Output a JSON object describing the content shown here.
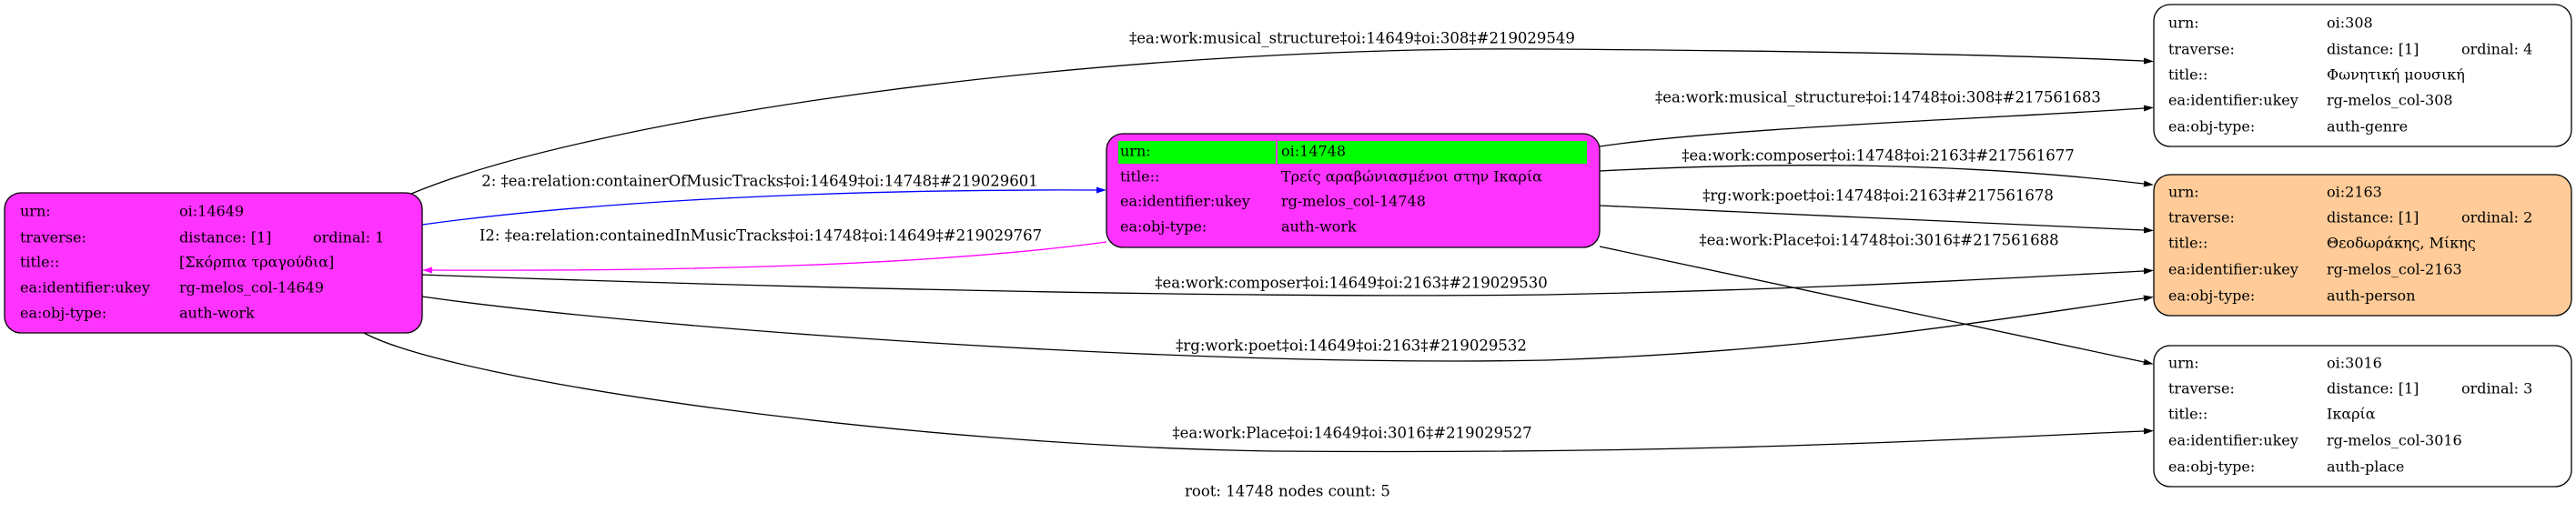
{
  "colors": {
    "work_node": "#ff33ff",
    "person_node": "#ffcc99",
    "plain_node": "#ffffff",
    "root_highlight": "#00ff00",
    "container_edge": "#0000ff",
    "contained_edge": "#ff00ff",
    "default_edge": "#000000"
  },
  "nodes": {
    "n14649": {
      "urn_label": "urn:",
      "urn": "oi:14649",
      "traverse_label": "traverse:",
      "distance": "distance: [1]",
      "ordinal": "ordinal: 1",
      "title_label": "title::",
      "title": "[Σκόρπια τραγούδια]",
      "ukey_label": "ea:identifier:ukey",
      "ukey": "rg-melos_col-14649",
      "type_label": "ea:obj-type:",
      "type": "auth-work"
    },
    "n14748": {
      "urn_label": "urn:",
      "urn": "oi:14748",
      "title_label": "title::",
      "title": "Τρείς αραβώνιασμένοι στην Ικαρία",
      "ukey_label": "ea:identifier:ukey",
      "ukey": "rg-melos_col-14748",
      "type_label": "ea:obj-type:",
      "type": "auth-work"
    },
    "n308": {
      "urn_label": "urn:",
      "urn": "oi:308",
      "traverse_label": "traverse:",
      "distance": "distance: [1]",
      "ordinal": "ordinal: 4",
      "title_label": "title::",
      "title": "Φωνητική μουσική",
      "ukey_label": "ea:identifier:ukey",
      "ukey": "rg-melos_col-308",
      "type_label": "ea:obj-type:",
      "type": "auth-genre"
    },
    "n2163": {
      "urn_label": "urn:",
      "urn": "oi:2163",
      "traverse_label": "traverse:",
      "distance": "distance: [1]",
      "ordinal": "ordinal: 2",
      "title_label": "title::",
      "title": "Θεοδωράκης, Μίκης",
      "ukey_label": "ea:identifier:ukey",
      "ukey": "rg-melos_col-2163",
      "type_label": "ea:obj-type:",
      "type": "auth-person"
    },
    "n3016": {
      "urn_label": "urn:",
      "urn": "oi:3016",
      "traverse_label": "traverse:",
      "distance": "distance: [1]",
      "ordinal": "ordinal: 3",
      "title_label": "title::",
      "title": "Ικαρία",
      "ukey_label": "ea:identifier:ukey",
      "ukey": "rg-melos_col-3016",
      "type_label": "ea:obj-type:",
      "type": "auth-place"
    }
  },
  "edges": {
    "a_c_structure": "‡ea:work:musical_structure‡oi:14649‡oi:308‡#219029549",
    "a_b_container": "2: ‡ea:relation:containerOfMusicTracks‡oi:14649‡oi:14748‡#219029601",
    "b_a_contained": "I2: ‡ea:relation:containedInMusicTracks‡oi:14748‡oi:14649‡#219029767",
    "a_d_composer": "‡ea:work:composer‡oi:14649‡oi:2163‡#219029530",
    "a_d_poet": "‡rg:work:poet‡oi:14649‡oi:2163‡#219029532",
    "a_e_place": "‡ea:work:Place‡oi:14649‡oi:3016‡#219029527",
    "b_c_structure": "‡ea:work:musical_structure‡oi:14748‡oi:308‡#217561683",
    "b_d_composer": "‡ea:work:composer‡oi:14748‡oi:2163‡#217561677",
    "b_d_poet": "‡rg:work:poet‡oi:14748‡oi:2163‡#217561678",
    "b_e_place": "‡ea:work:Place‡oi:14748‡oi:3016‡#217561688"
  },
  "footer": "root: 14748 nodes count: 5"
}
